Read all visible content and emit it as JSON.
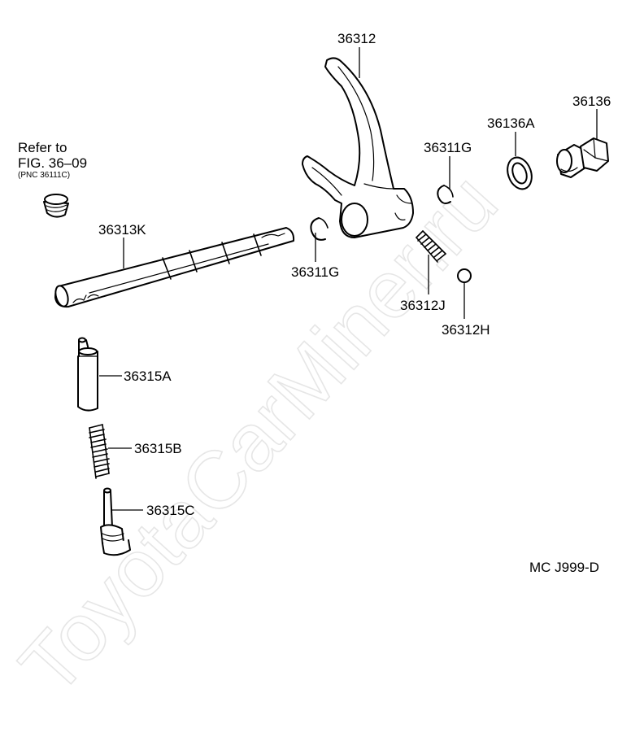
{
  "watermark": "ToyotaCarMiner.ru",
  "refer_note": {
    "line1": "Refer to",
    "line2": "FIG. 36–09",
    "line3": "(PNC 36111C)"
  },
  "labels": {
    "p36312": "36312",
    "p36136": "36136",
    "p36136A": "36136A",
    "p36311G_upper": "36311G",
    "p36311G_lower": "36311G",
    "p36313K": "36313K",
    "p36312J": "36312J",
    "p36312H": "36312H",
    "p36315A": "36315A",
    "p36315B": "36315B",
    "p36315C": "36315C"
  },
  "figure_code": "MC J999-D"
}
